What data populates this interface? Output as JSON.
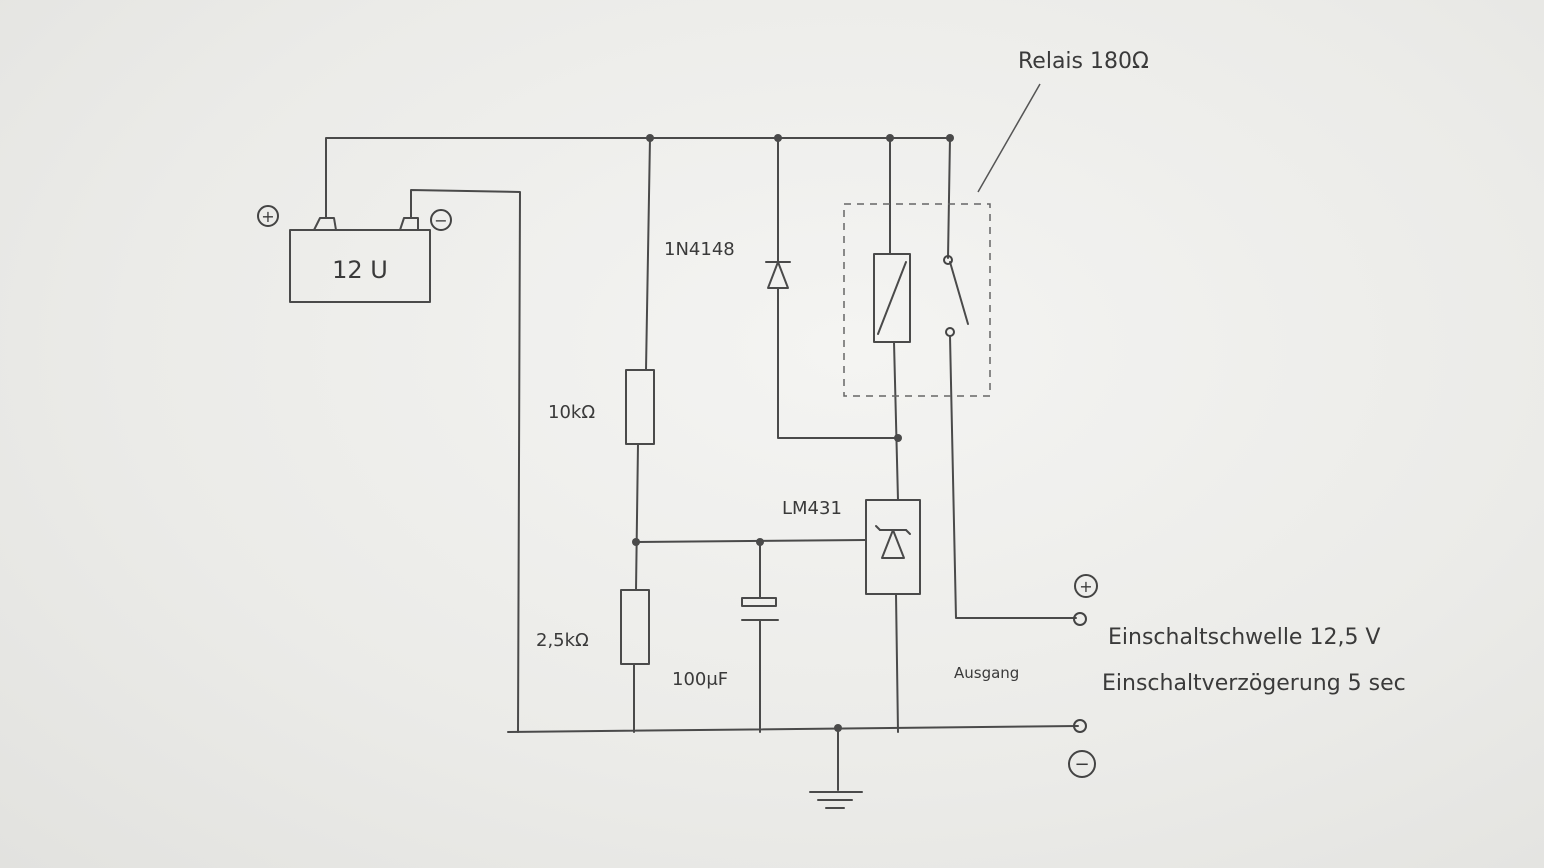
{
  "labels": {
    "relay": "Relais 180Ω",
    "battery": "12 U",
    "battery_plus": "+",
    "battery_minus": "−",
    "diode": "1N4148",
    "r1": "10kΩ",
    "r2": "2,5kΩ",
    "capacitor": "100μF",
    "regulator": "LM431",
    "output": "Ausgang",
    "out_plus": "+",
    "out_minus": "−",
    "threshold": "Einschaltschwelle 12,5 V",
    "delay": "Einschaltverzögerung 5 sec"
  }
}
